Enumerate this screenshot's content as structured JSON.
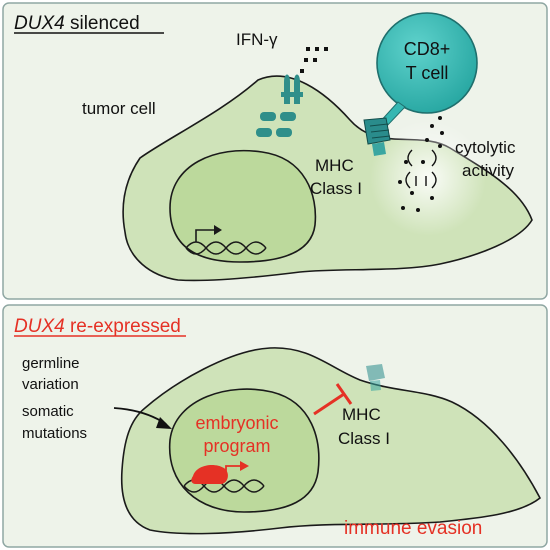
{
  "panels": {
    "top": {
      "gene": "DUX4",
      "state": " silenced",
      "labels": {
        "ifn": "IFN-γ",
        "tcell_line1": "CD8+",
        "tcell_line2": "T cell",
        "tumor": "tumor cell",
        "mhc_line1": "MHC",
        "mhc_line2": "Class I",
        "cytolytic_line1": "cytolytic",
        "cytolytic_line2": "activity"
      }
    },
    "bottom": {
      "gene": "DUX4",
      "state": " re-expressed",
      "labels": {
        "germline_line1": "germline",
        "germline_line2": "variation",
        "somatic_line1": "somatic",
        "somatic_line2": "mutations",
        "program_line1": "embryonic",
        "program_line2": "program",
        "mhc_line1": "MHC",
        "mhc_line2": "Class I",
        "evasion": "immune evasion"
      }
    }
  },
  "colors": {
    "panel_bg": "#eef3ea",
    "panel_border": "#8fa7a3",
    "cell_fill": "#cfe3b9",
    "nucleus_fill": "#bcd99c",
    "teal": "#35b7b2",
    "teal_dark": "#2a8c8c",
    "teal_receptor": "#2f8f8a",
    "red": "#e53125",
    "text": "#111111"
  }
}
